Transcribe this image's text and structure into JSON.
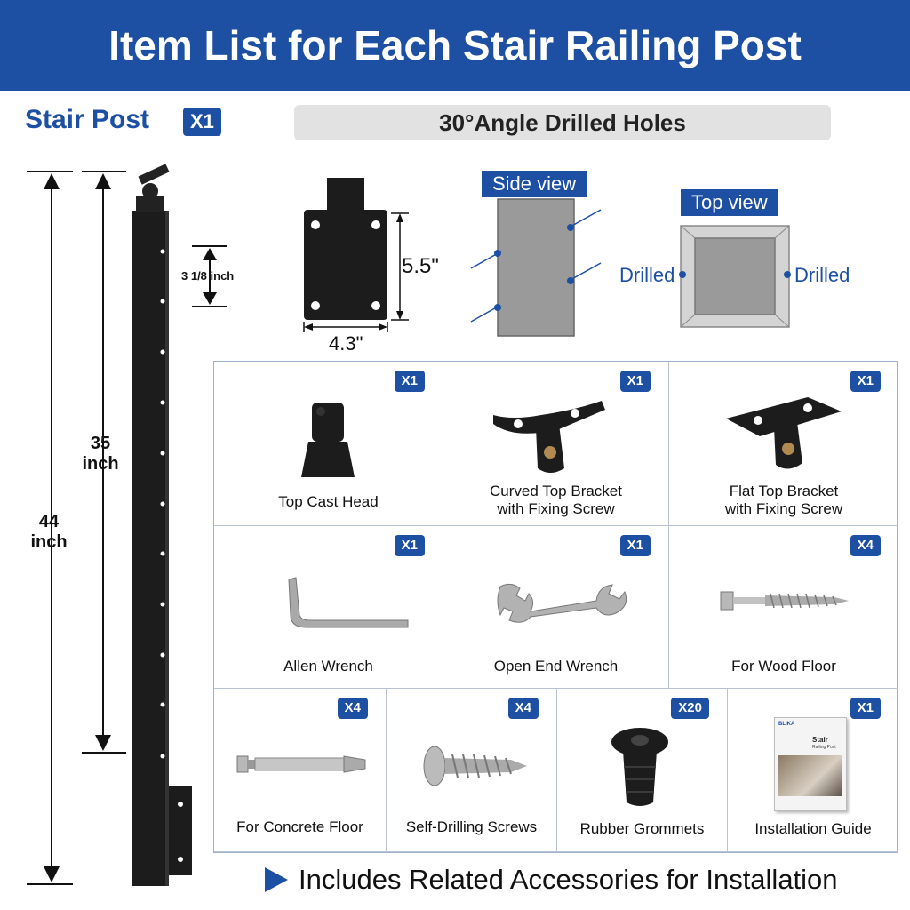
{
  "banner": {
    "title": "Item List for Each Stair Railing Post"
  },
  "post": {
    "title": "Stair Post",
    "qty": "X1",
    "dim_total": "44\ninch",
    "dim_inner": "35\ninch",
    "dim_spacing": "3 1/8 inch"
  },
  "holes": {
    "heading": "30°Angle Drilled Holes",
    "plate_height": "5.5\"",
    "plate_width": "4.3\"",
    "side_view_label": "Side view",
    "top_view_label": "Top view",
    "drilled_left": "Drilled",
    "drilled_right": "Drilled"
  },
  "items": [
    {
      "qty": "X1",
      "name": "Top Cast Head",
      "icon": "cast-head-icon"
    },
    {
      "qty": "X1",
      "name": "Curved Top Bracket\nwith Fixing Screw",
      "icon": "curved-bracket-icon"
    },
    {
      "qty": "X1",
      "name": "Flat Top Bracket\nwith Fixing Screw",
      "icon": "flat-bracket-icon"
    },
    {
      "qty": "X1",
      "name": "Allen Wrench",
      "icon": "allen-wrench-icon"
    },
    {
      "qty": "X1",
      "name": "Open End Wrench",
      "icon": "open-end-wrench-icon"
    },
    {
      "qty": "X4",
      "name": "For Wood Floor",
      "icon": "lag-screw-icon"
    },
    {
      "qty": "X4",
      "name": "For Concrete Floor",
      "icon": "anchor-bolt-icon"
    },
    {
      "qty": "X4",
      "name": "Self-Drilling Screws",
      "icon": "self-drilling-screw-icon"
    },
    {
      "qty": "X20",
      "name": "Rubber Grommets",
      "icon": "grommet-icon"
    },
    {
      "qty": "X1",
      "name": "Installation Guide",
      "icon": "guide-booklet-icon"
    }
  ],
  "guide_cover": {
    "brand": "BLIKA",
    "title": "Stair",
    "subtitle": "Railing Post"
  },
  "footer": {
    "text": "Includes Related Accessories for Installation"
  },
  "colors": {
    "brand_blue": "#1d4fa3",
    "post_black": "#1c1c1c",
    "bar_gray": "#e2e2e2"
  }
}
